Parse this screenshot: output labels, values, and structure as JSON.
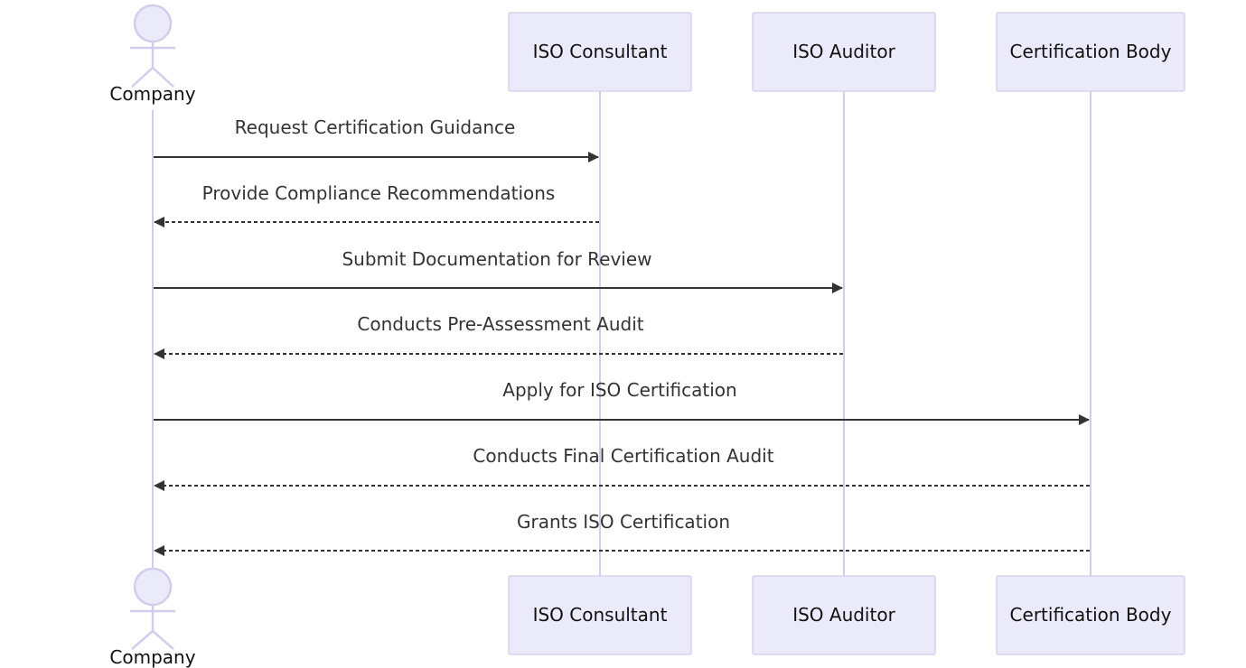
{
  "participants": [
    {
      "id": "company",
      "label": "Company",
      "kind": "actor"
    },
    {
      "id": "consultant",
      "label": "ISO Consultant",
      "kind": "box"
    },
    {
      "id": "auditor",
      "label": "ISO Auditor",
      "kind": "box"
    },
    {
      "id": "certbody",
      "label": "Certification Body",
      "kind": "box"
    }
  ],
  "messages": [
    {
      "from": "company",
      "to": "consultant",
      "label": "Request Certification Guidance",
      "style": "solid"
    },
    {
      "from": "consultant",
      "to": "company",
      "label": "Provide Compliance Recommendations",
      "style": "dashed"
    },
    {
      "from": "company",
      "to": "auditor",
      "label": "Submit Documentation for Review",
      "style": "solid"
    },
    {
      "from": "auditor",
      "to": "company",
      "label": "Conducts Pre-Assessment Audit",
      "style": "dashed"
    },
    {
      "from": "company",
      "to": "certbody",
      "label": "Apply for ISO Certification",
      "style": "solid"
    },
    {
      "from": "certbody",
      "to": "company",
      "label": "Conducts Final Certification Audit",
      "style": "dashed"
    },
    {
      "from": "certbody",
      "to": "company",
      "label": "Grants ISO Certification",
      "style": "dashed"
    }
  ],
  "colors": {
    "participant_fill": "#eaeafa",
    "participant_stroke": "#d3cdeb",
    "lifeline": "#d3cdeb",
    "message": "#333333"
  }
}
